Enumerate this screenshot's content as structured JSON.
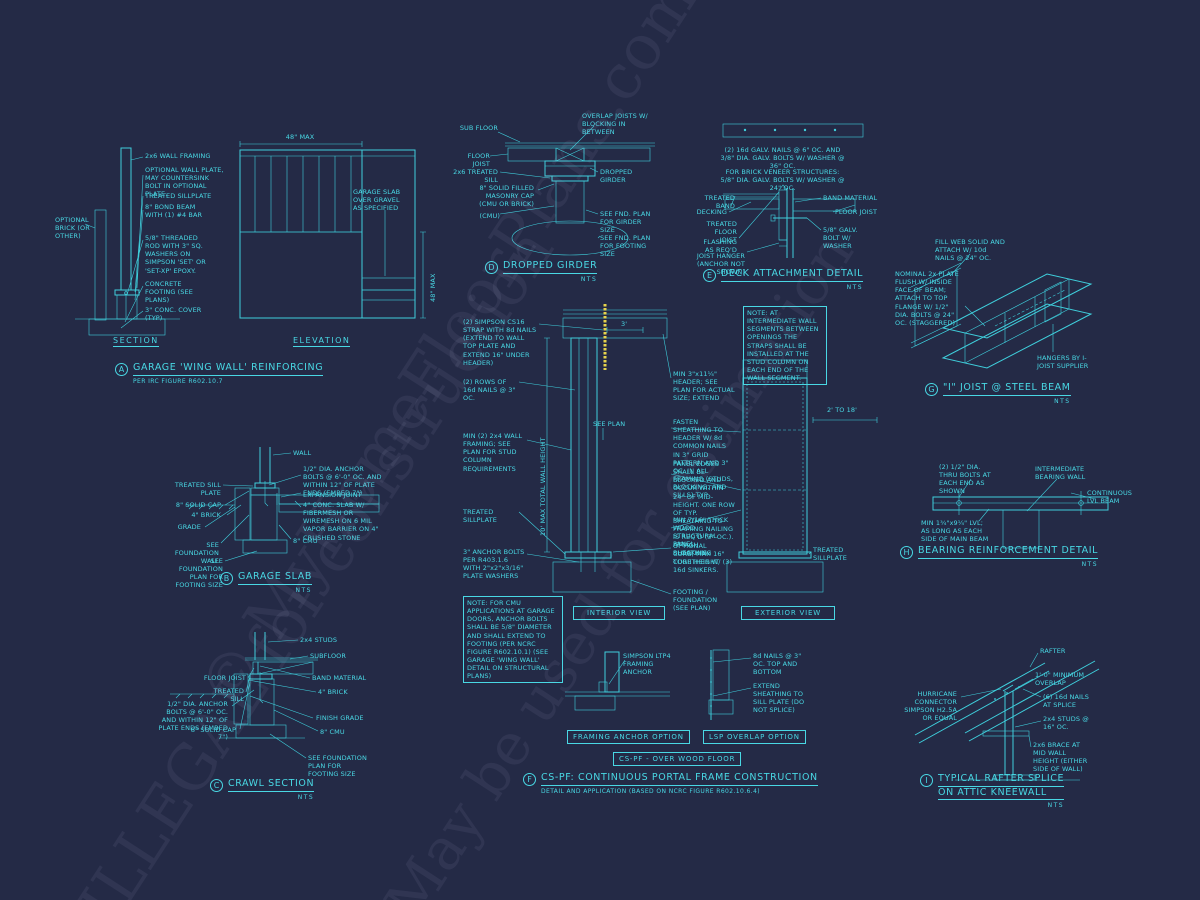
{
  "sheet": {
    "nts": "NTS",
    "colors": {
      "bg": "#242a46",
      "ink": "#3fcfdc",
      "strap": "#e6d44c",
      "hatch_gray": "#8d9ab0"
    }
  },
  "watermark": {
    "line1": "© MyHomeFloorPlans.com",
    "line2": "ILLEGAL for construction",
    "line3": "May be used for estimation"
  },
  "a": {
    "letter": "A",
    "title": "GARAGE 'WING WALL' REINFORCING",
    "subtitle": "PER IRC FIGURE R602.10.7",
    "view_section": "SECTION",
    "view_elevation": "ELEVATION",
    "dim_width": "48\" MAX",
    "dim_height": "48\" MAX",
    "ann": {
      "framing": "2x6 WALL FRAMING",
      "opt_plate": "OPTIONAL WALL PLATE, MAY COUNTERSINK BOLT IN OPTIONAL PLATE.",
      "sill": "TREATED SILLPLATE",
      "bond_beam": "8\" BOND BEAM WITH (1) #4 BAR",
      "brick": "OPTIONAL BRICK (OR OTHER)",
      "rod": "5/8\" THREADED ROD WITH 3\" SQ. WASHERS ON SIMPSON 'SET' OR 'SET-XP' EPOXY.",
      "footing": "CONCRETE FOOTING (SEE PLANS)",
      "cover": "3\" CONC. COVER (TYP)",
      "slab": "GARAGE SLAB OVER GRAVEL AS SPECIFIED"
    }
  },
  "b": {
    "letter": "B",
    "title": "GARAGE SLAB",
    "ann": {
      "wall": "WALL",
      "sill": "TREATED SILL PLATE",
      "cap": "8\" SOLID CAP",
      "brick": "4\" BRICK",
      "grade": "GRADE",
      "bolts": "1/2\" DIA. ANCHOR BOLTS @ 6'-0\" OC. AND WITHIN 12\" OF PLATE ENDS (EMBED 7\")",
      "joint": "EXPANSION JOINT",
      "slab": "4\" CONC. SLAB W/ FIBERMESH OR WIREMESH ON 6 MIL VAPOR BARRIER ON 4\" CRUSHED STONE",
      "cmu": "8\" CMU",
      "fnd_wall": "SEE FOUNDATION WALL",
      "footing": "SEE FOUNDATION PLAN FOR FOOTING SIZE"
    }
  },
  "c": {
    "letter": "C",
    "title": "CRAWL SECTION",
    "ann": {
      "studs": "2x4 STUDS",
      "subfloor": "SUBFLOOR",
      "joist": "FLOOR JOIST",
      "sill": "TREATED SILL",
      "band": "BAND MATERIAL",
      "brick": "4\" BRICK",
      "bolts": "1/2\" DIA. ANCHOR BOLTS @ 6'-0\" OC. AND WITHIN 12\" OF PLATE ENDS (EMBED 7\")",
      "cap": "8\" SOLID CAP",
      "grade": "FINISH GRADE",
      "cmu": "8\" CMU",
      "footing": "SEE FOUNDATION PLAN FOR FOOTING SIZE"
    }
  },
  "d": {
    "letter": "D",
    "title": "DROPPED GIRDER",
    "ann": {
      "subfloor": "SUB FLOOR",
      "joist": "FLOOR JOIST",
      "sill": "2x6 TREATED SILL",
      "overlap": "OVERLAP JOISTS W/ BLOCKING IN BETWEEN",
      "girder": "DROPPED GIRDER",
      "cap": "8\" SOLID FILLED MASONRY CAP (CMU OR BRICK)",
      "cmu": "(CMU)",
      "girder_size": "SEE FND. PLAN FOR GIRDER SIZE",
      "footing_size": "SEE FND. PLAN FOR FOOTING SIZE"
    }
  },
  "e": {
    "letter": "E",
    "title": "DECK ATTACHMENT DETAIL",
    "ann": {
      "nails": "(2) 16d GALV. NAILS @ 6\" OC. AND 3/8\" DIA. GALV. BOLTS W/ WASHER @ 36\" OC.",
      "brick_note": "FOR BRICK VENEER STRUCTURES: 5/8\" DIA. GALV. BOLTS W/ WASHER @ 24\" OC.",
      "treated_band": "TREATED BAND",
      "decking": "DECKING",
      "band": "BAND MATERIAL",
      "treated_joist": "TREATED FLOOR JOIST",
      "joist": "FLOOR JOIST",
      "flashing": "FLASHING AS REQ'D",
      "bolt": "5/8\" GALV. BOLT W/ WASHER",
      "hanger": "JOIST HANGER (ANCHOR NOT SHOWN)"
    }
  },
  "f": {
    "letter": "F",
    "title": "CS-PF: CONTINUOUS PORTAL FRAME CONSTRUCTION",
    "subtitle": "DETAIL AND APPLICATION (BASED ON NCRC FIGURE R602.10.6.4)",
    "interior": "INTERIOR VIEW",
    "exterior": "EXTERIOR VIEW",
    "opt_anchor": "FRAMING ANCHOR OPTION",
    "opt_lsp": "LSP OVERLAP OPTION",
    "over_wood": "CS-PF - OVER WOOD FLOOR",
    "dim_height": "10' MAX TOTAL WALL HEIGHT",
    "dim_span": "2' TO 18'",
    "dim_strap": "3'",
    "ann": {
      "strap": "(2) SIMPSON CS16 STRAP WITH 8d NAILS (EXTEND TO WALL TOP PLATE AND EXTEND 16\" UNDER HEADER)",
      "rows": "(2) ROWS OF 16d NAILS @ 3\" OC.",
      "framing": "MIN (2) 2x4 WALL FRAMING; SEE PLAN FOR STUD COLUMN REQUIREMENTS",
      "sill_left": "TREATED SILLPLATE",
      "bolts": "3\" ANCHOR BOLTS PER R403.1.6 WITH 2\"x2\"x3/16\" PLATE WASHERS",
      "cmu_note": "NOTE: FOR CMU APPLICATIONS AT GARAGE DOORS, ANCHOR BOLTS SHALL BE 5/8\" DIAMETER AND SHALL EXTEND TO FOOTING (PER NCRC FIGURE R602.10.1) (SEE GARAGE 'WING WALL' DETAIL ON STRUCTURAL PLANS)",
      "see_plan": "SEE PLAN",
      "header": "MIN 3\"x11¼\" HEADER; SEE PLAN FOR ACTUAL SIZE; EXTEND",
      "seg_note": "NOTE: AT INTERMEDIATE WALL SEGMENTS BETWEEN OPENINGS THE STRAPS SHALL BE INSTALLED AT THE STUD COLUMN ON EACH END OF THE WALL SEGMENT.",
      "fasten": "FASTEN SHEATHING TO HEADER W/ 8d COMMON NAILS IN 3\" GRID PATTERN AND 3\" OC. IN ALL FRAMING (STUDS, BLOCKING, AND SILLS) TYP.",
      "edges": "PANEL EDGES SHALL BE BLOCKED AND OCCUR WITHIN 24\" OF MID-HEIGHT. ONE ROW OF TYP. SHEATHING-TO-FRAMING NAILING IS REQ'D (3\" OC.). ATTACH BLOCKING TOGETHER W/ (3) 16d SINKERS.",
      "sheathing": "MIN 7/16\" THICK WOOD STRUCTURAL PANEL SHEATHING",
      "sill_right": "TREATED SILLPLATE",
      "curb": "OPTIONAL CURB; MAX 16\" CURB HEIGHT",
      "footing": "FOOTING / FOUNDATION (SEE PLAN)",
      "anchor": "SIMPSON LTP4 FRAMING ANCHOR",
      "nails8d": "8d NAILS @ 3\" OC. TOP AND BOTTOM",
      "extend": "EXTEND SHEATHING TO SILL PLATE (DO NOT SPLICE)"
    }
  },
  "g": {
    "letter": "G",
    "title": "\"I\" JOIST @ STEEL BEAM",
    "ann": {
      "web": "FILL WEB SOLID AND ATTACH W/ 10d NAILS @ 24\" OC.",
      "plate": "NOMINAL 2x PLATE FLUSH W/ INSIDE FACE OF BEAM; ATTACH TO TOP FLANGE W/ 1/2\" DIA. BOLTS @ 24\" OC. (STAGGERED)",
      "hangers": "HANGERS BY I-JOIST SUPPLIER"
    }
  },
  "h": {
    "letter": "H",
    "title": "BEARING REINFORCEMENT DETAIL",
    "ann": {
      "bolts": "(2) 1/2\" DIA. THRU BOLTS AT EACH END AS SHOWN",
      "wall": "INTERMEDIATE BEARING WALL",
      "cont": "CONTINUOUS LVL BEAM",
      "lvl": "MIN 1¾\"x9¼\" LVL; AS LONG AS EACH SIDE OF MAIN BEAM"
    }
  },
  "i": {
    "letter": "I",
    "title1": "TYPICAL RAFTER SPLICE",
    "title2": "ON ATTIC KNEEWALL",
    "ann": {
      "rafter": "RAFTER",
      "overlap": "1'-0\" MINIMUM OVERLAP",
      "hurricane": "HURRICANE CONNECTOR SIMPSON H2.5A OR EQUAL",
      "nails": "(6) 16d NAILS AT SPLICE",
      "studs": "2x4 STUDS @ 16\" OC.",
      "brace": "2x6 BRACE AT MID WALL HEIGHT (EITHER SIDE OF WALL)"
    }
  }
}
